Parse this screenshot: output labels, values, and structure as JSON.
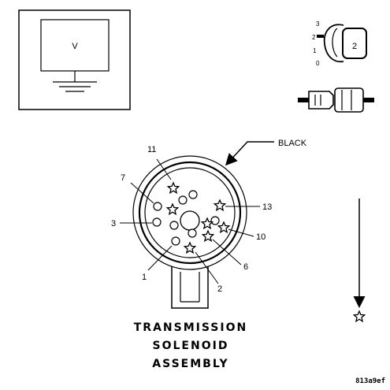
{
  "meter": {
    "symbol": "V"
  },
  "ignition": {
    "positions": [
      "3",
      "2",
      "1",
      "0"
    ],
    "selected": "2"
  },
  "connector": {
    "color_label": "BLACK"
  },
  "pins": [
    "11",
    "7",
    "3",
    "1",
    "2",
    "6",
    "10",
    "13"
  ],
  "assembly": {
    "line1": "TRANSMISSION",
    "line2": "SOLENOID",
    "line3": "ASSEMBLY"
  },
  "figure_code": "813a9ef"
}
